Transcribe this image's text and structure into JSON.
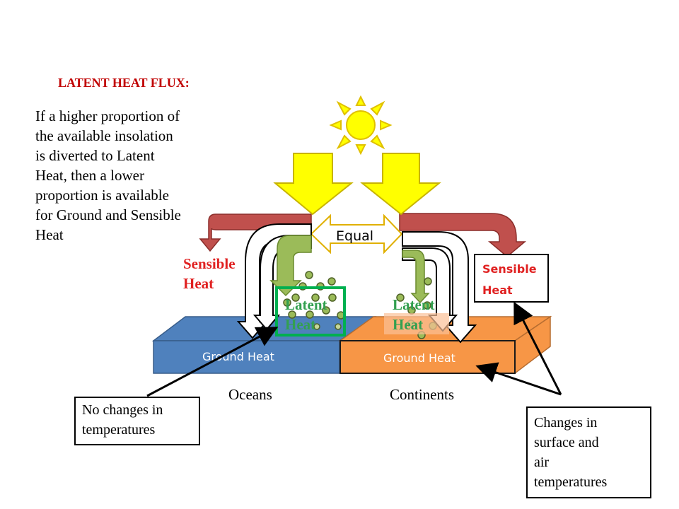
{
  "title": "LATENT HEAT FLUX:",
  "description_lines": [
    "If a higher proportion of",
    "the available insolation",
    "is diverted to Latent",
    "Heat, then a lower",
    "proportion is available",
    "for Ground and Sensible",
    "Heat"
  ],
  "equal_label": "Equal",
  "ocean": {
    "sensible_lines": [
      "Sensible",
      "Heat"
    ],
    "latent_lines": [
      "Latent",
      "Heat"
    ],
    "ground_label": "Ground Heat",
    "surface_label": "Oceans"
  },
  "continent": {
    "sensible_lines": [
      "Sensible",
      "Heat"
    ],
    "latent_lines": [
      "Latent",
      "Heat"
    ],
    "ground_label": "Ground Heat",
    "surface_label": "Continents"
  },
  "note_left_lines": [
    "No changes in",
    "temperatures"
  ],
  "note_right_lines": [
    "Changes in",
    "surface and",
    "air",
    "temperatures"
  ],
  "colors": {
    "title": "#c00000",
    "sensible_text": "#e02020",
    "latent_text": "#33a050",
    "ocean": "#4f81bd",
    "continent": "#f79646",
    "sun": "#ffff00",
    "sensible_arrow": "#c0504d",
    "latent_arrow": "#9bbb59"
  },
  "icons": {
    "sun": "sun-icon",
    "arrows": "arrow-shape"
  }
}
